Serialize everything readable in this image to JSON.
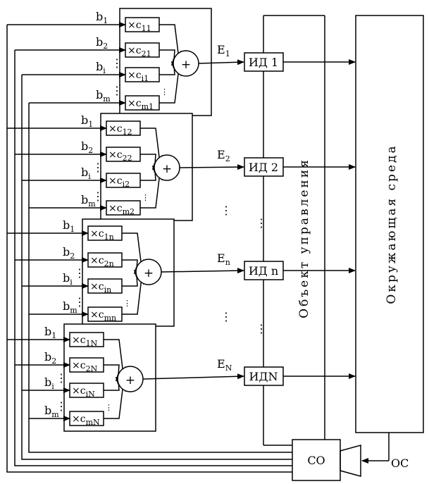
{
  "blocks": [
    {
      "E": "E",
      "E_sub": "1",
      "id_label": "ИД 1",
      "b_labels": [
        {
          "b": "b",
          "sub": "1"
        },
        {
          "b": "b",
          "sub": "2"
        },
        {
          "b": "b",
          "sub": "i"
        },
        {
          "b": "b",
          "sub": "m"
        }
      ],
      "c_labels": [
        {
          "c": "×c",
          "sub": "11"
        },
        {
          "c": "×c",
          "sub": "21"
        },
        {
          "c": "×c",
          "sub": "i1"
        },
        {
          "c": "×c",
          "sub": "m1"
        }
      ]
    },
    {
      "E": "E",
      "E_sub": "2",
      "id_label": "ИД 2",
      "b_labels": [
        {
          "b": "b",
          "sub": "1"
        },
        {
          "b": "b",
          "sub": "2"
        },
        {
          "b": "b",
          "sub": "i"
        },
        {
          "b": "b",
          "sub": "m"
        }
      ],
      "c_labels": [
        {
          "c": "×c",
          "sub": "12"
        },
        {
          "c": "×c",
          "sub": "22"
        },
        {
          "c": "×c",
          "sub": "i2"
        },
        {
          "c": "×c",
          "sub": "m2"
        }
      ]
    },
    {
      "E": "E",
      "E_sub": "n",
      "id_label": "ИД n",
      "b_labels": [
        {
          "b": "b",
          "sub": "1"
        },
        {
          "b": "b",
          "sub": "2"
        },
        {
          "b": "b",
          "sub": "i"
        },
        {
          "b": "b",
          "sub": "m"
        }
      ],
      "c_labels": [
        {
          "c": "×c",
          "sub": "1n"
        },
        {
          "c": "×c",
          "sub": "2n"
        },
        {
          "c": "×c",
          "sub": "in"
        },
        {
          "c": "×c",
          "sub": "mn"
        }
      ]
    },
    {
      "E": "E",
      "E_sub": "N",
      "id_label": "ИДN",
      "b_labels": [
        {
          "b": "b",
          "sub": "1"
        },
        {
          "b": "b",
          "sub": "2"
        },
        {
          "b": "b",
          "sub": "i"
        },
        {
          "b": "b",
          "sub": "m"
        }
      ],
      "c_labels": [
        {
          "c": "×c",
          "sub": "1N"
        },
        {
          "c": "×c",
          "sub": "2N"
        },
        {
          "c": "×c",
          "sub": "iN"
        },
        {
          "c": "×c",
          "sub": "mN"
        }
      ]
    }
  ],
  "sum_symbol": "+",
  "control_object_label": "Объект  управления",
  "environment_label": "Окружающая  среда",
  "co_label": "СО",
  "os_label": "ОС",
  "ellipsis": "⋮"
}
